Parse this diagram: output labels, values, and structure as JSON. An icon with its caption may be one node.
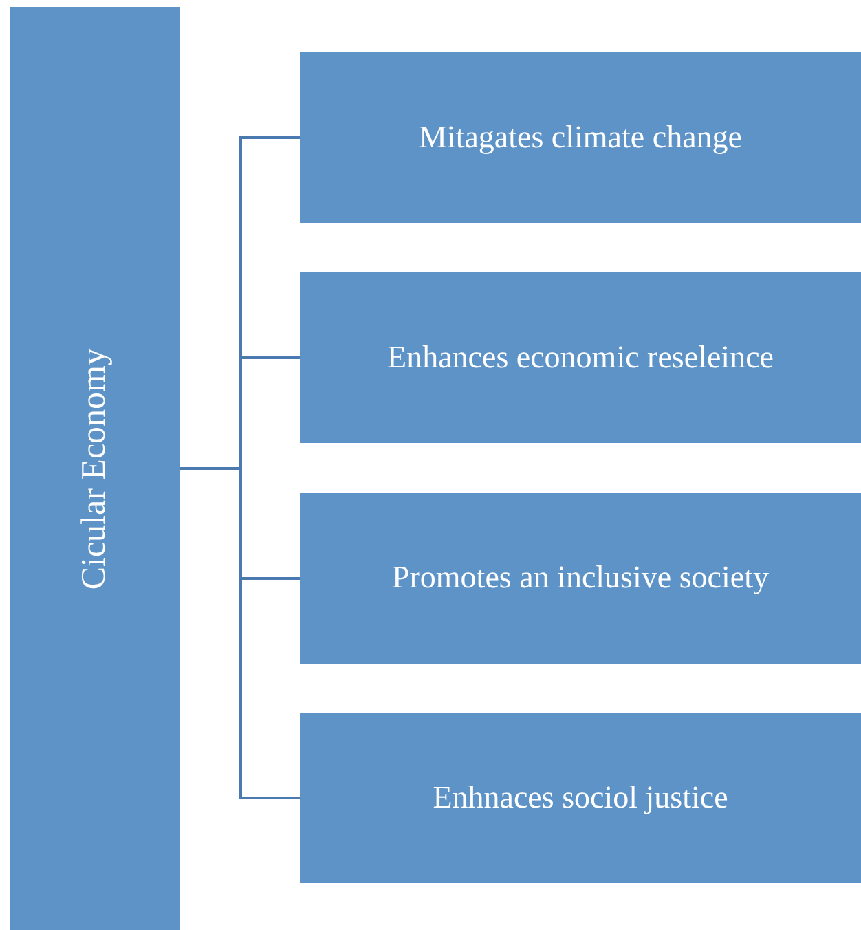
{
  "diagram": {
    "nodes": [
      {
        "text": [
          "Cicular Economy"
        ]
      },
      {
        "text": [
          "Mitagates climate change"
        ]
      },
      {
        "text": [
          "Enhances economic reseleince"
        ]
      },
      {
        "text": [
          "Promotes an inclusive society"
        ]
      },
      {
        "text": [
          "Enhnaces sociol justice"
        ]
      }
    ],
    "edges": [
      {
        "from": 0,
        "to": 1,
        "arrow": "none"
      },
      {
        "from": 0,
        "to": 2,
        "arrow": "none"
      },
      {
        "from": 0,
        "to": 3,
        "arrow": "none"
      },
      {
        "from": 0,
        "to": 4,
        "arrow": "none"
      }
    ]
  }
}
